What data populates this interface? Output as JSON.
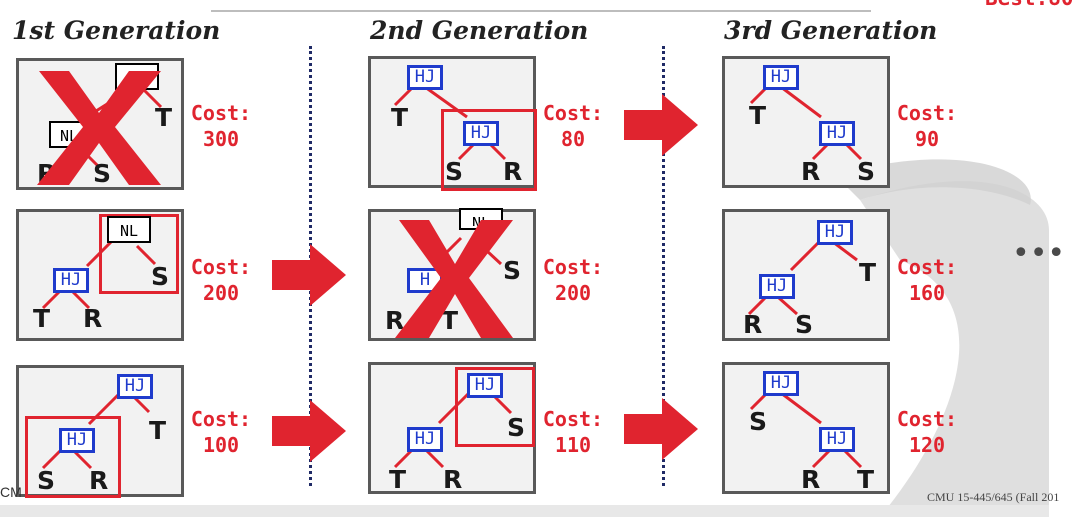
{
  "header": {
    "best_text": "Best:80"
  },
  "generations": [
    {
      "title": "1st Generation",
      "plans": [
        {
          "nodes": [
            "NL",
            "NL"
          ],
          "leaves": [
            "R",
            "S",
            "T"
          ],
          "cost_label": "Cost:",
          "cost": "300",
          "rejected": true
        },
        {
          "nodes": [
            "NL",
            "HJ"
          ],
          "leaves": [
            "S",
            "T",
            "R"
          ],
          "cost_label": "Cost:",
          "cost": "200",
          "rejected": false
        },
        {
          "nodes": [
            "HJ",
            "HJ"
          ],
          "leaves": [
            "T",
            "S",
            "R"
          ],
          "cost_label": "Cost:",
          "cost": "100",
          "rejected": false
        }
      ]
    },
    {
      "title": "2nd Generation",
      "plans": [
        {
          "nodes": [
            "HJ",
            "HJ"
          ],
          "leaves": [
            "T",
            "S",
            "R"
          ],
          "cost_label": "Cost:",
          "cost": "80",
          "rejected": false
        },
        {
          "nodes": [
            "NL",
            "H"
          ],
          "leaves": [
            "S",
            "R",
            "T"
          ],
          "cost_label": "Cost:",
          "cost": "200",
          "rejected": true
        },
        {
          "nodes": [
            "HJ",
            "HJ"
          ],
          "leaves": [
            "S",
            "T",
            "R"
          ],
          "cost_label": "Cost:",
          "cost": "110",
          "rejected": false
        }
      ]
    },
    {
      "title": "3rd Generation",
      "plans": [
        {
          "nodes": [
            "HJ",
            "HJ"
          ],
          "leaves": [
            "T",
            "R",
            "S"
          ],
          "cost_label": "Cost:",
          "cost": "90",
          "rejected": false
        },
        {
          "nodes": [
            "HJ",
            "HJ"
          ],
          "leaves": [
            "T",
            "R",
            "S"
          ],
          "cost_label": "Cost:",
          "cost": "160",
          "rejected": false
        },
        {
          "nodes": [
            "HJ",
            "HJ"
          ],
          "leaves": [
            "S",
            "R",
            "T"
          ],
          "cost_label": "Cost:",
          "cost": "120",
          "rejected": false
        }
      ]
    }
  ],
  "more_indicator": "•••",
  "footer": {
    "left": "CM",
    "right": "CMU 15-445/645 (Fall 201"
  },
  "colors": {
    "accent_red": "#e0242f",
    "hash_join_blue": "#1f3bcc",
    "box_fill": "#f2f2f2",
    "separator": "#1f2a66"
  }
}
